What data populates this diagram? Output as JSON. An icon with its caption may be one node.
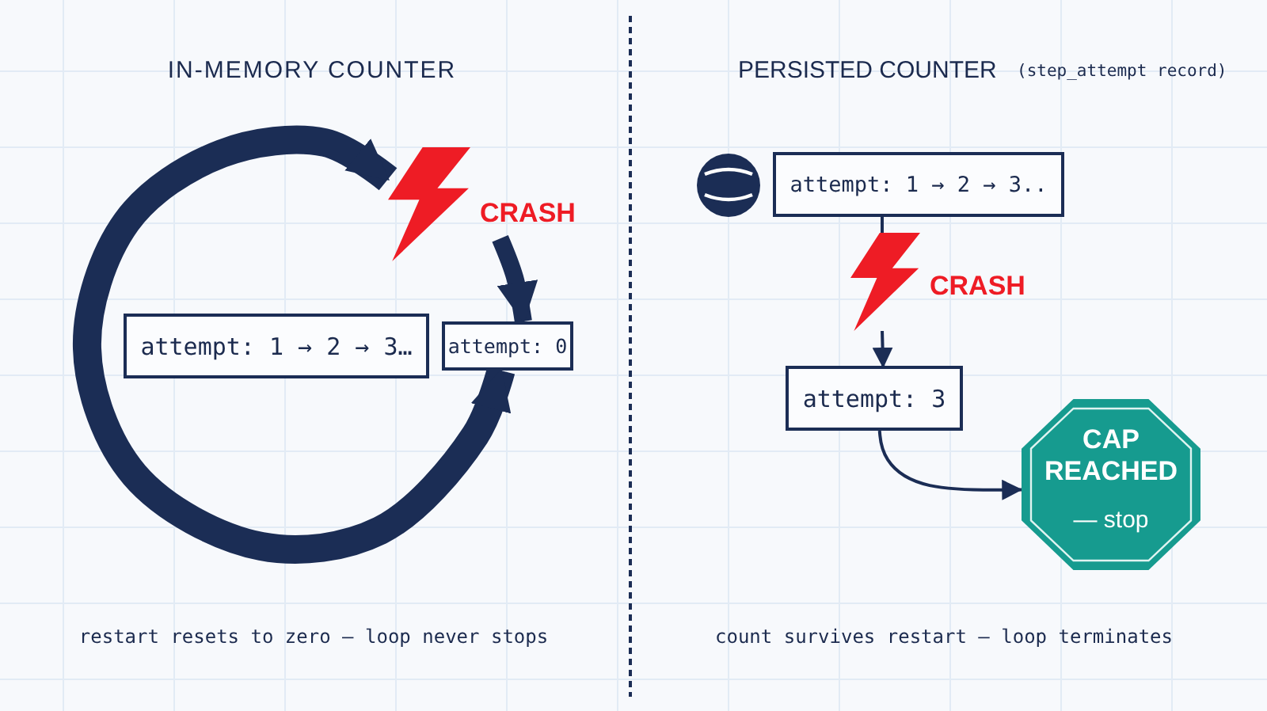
{
  "diagram": {
    "nodes": [
      {
        "text": [
          "CRASH"
        ]
      },
      {
        "text": [
          "attempt: 1 → 2 → 3…"
        ]
      },
      {
        "text": [
          "attempt: 0"
        ]
      },
      {
        "text": [
          "attempt: 1 → 2 → 3.."
        ]
      },
      {
        "text": [
          "CRASH"
        ]
      },
      {
        "text": [
          "attempt: 3"
        ]
      },
      {
        "text": [
          "CAP REACHED",
          "— stop"
        ]
      }
    ],
    "edges": [
      {
        "from": 0,
        "to": 2,
        "arrow": "to",
        "style": "thick"
      },
      {
        "from": 2,
        "to": 0,
        "arrow": "both",
        "style": "thick"
      },
      {
        "from": 3,
        "to": 4,
        "arrow": "none"
      },
      {
        "from": 4,
        "to": 5,
        "arrow": "to"
      },
      {
        "from": 5,
        "to": 6,
        "arrow": "to"
      }
    ],
    "labels": [
      "IN-MEMORY COUNTER",
      "PERSISTED COUNTER",
      "(step_attempt record)",
      "restart resets to zero — loop never stops",
      "count survives restart — loop terminates"
    ]
  }
}
